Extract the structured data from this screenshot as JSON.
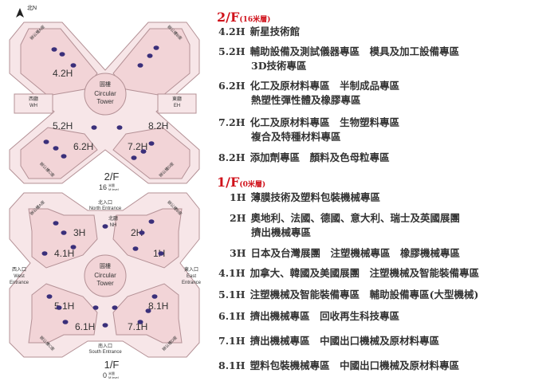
{
  "compass": {
    "label": "北N"
  },
  "upper_map": {
    "center": [
      "圓樓",
      "Circular",
      "Tower"
    ],
    "halls": [
      "4.2H",
      "5.2H",
      "6.2H",
      "8.2H",
      "7.2H"
    ],
    "west": [
      "西廳",
      "WH"
    ],
    "east": [
      "東廳",
      "EH"
    ],
    "office_tags": [
      "辦公樓A座",
      "辦公樓B座",
      "辦公樓C座",
      "辦公樓D座"
    ],
    "floor": "2/F",
    "height": [
      "16",
      "米層",
      "M level"
    ]
  },
  "lower_map": {
    "center": [
      "圓樓",
      "Circular",
      "Tower"
    ],
    "halls": [
      "3H",
      "2H",
      "4.1H",
      "1H",
      "5.1H",
      "8.1H",
      "6.1H",
      "7.1H"
    ],
    "north": [
      "北入口",
      "North Entrance"
    ],
    "nh": [
      "北廳",
      "NH"
    ],
    "west": [
      "西入口",
      "West",
      "Entrance"
    ],
    "east": [
      "東入口",
      "East",
      "Entrance"
    ],
    "south": [
      "南入口",
      "South Entrance"
    ],
    "office_tags": [
      "辦公樓A座",
      "辦公樓B座",
      "辦公樓C座",
      "辦公樓D座"
    ],
    "floor": "1/F",
    "height": [
      "0",
      "米層",
      "M level"
    ]
  },
  "legend": {
    "floor2": {
      "title": "2/F",
      "sub": "(16米層)"
    },
    "floor2_rows": [
      {
        "code": "4.2H",
        "lines": [
          "新星技術館"
        ]
      },
      {
        "code": "5.2H",
        "lines": [
          "輔助設備及測試儀器專區　模具及加工設備專區",
          "3D技術專區"
        ]
      },
      {
        "code": "6.2H",
        "lines": [
          "化工及原材料專區　半制成品專區",
          "熱塑性彈性體及橡膠專區"
        ]
      },
      {
        "code": "7.2H",
        "lines": [
          "化工及原材料專區　生物塑料專區",
          "複合及特種材料專區"
        ]
      },
      {
        "code": "8.2H",
        "lines": [
          "添加劑專區　顏料及色母粒專區"
        ]
      }
    ],
    "floor1": {
      "title": "1/F",
      "sub": "(0米層)"
    },
    "floor1_rows": [
      {
        "code": "1H",
        "lines": [
          "薄膜技術及塑料包裝機械專區"
        ]
      },
      {
        "code": "2H",
        "lines": [
          "奧地利、法國、德國、意大利、瑞士及英國展團",
          "擠出機械專區"
        ]
      },
      {
        "code": "3H",
        "lines": [
          "日本及台灣展團　注塑機械專區　橡膠機械專區"
        ]
      },
      {
        "code": "4.1H",
        "lines": [
          "加拿大、韓國及美國展團　注塑機械及智能裝備專區"
        ]
      },
      {
        "code": "5.1H",
        "lines": [
          "注塑機械及智能裝備專區　輔助設備專區(大型機械)"
        ]
      },
      {
        "code": "6.1H",
        "lines": [
          "擠出機械專區　回收再生科技專區"
        ]
      },
      {
        "code": "7.1H",
        "lines": [
          "擠出機械專區　中國出口機械及原材料專區"
        ]
      },
      {
        "code": "8.1H",
        "lines": [
          "塑料包裝機械專區　中國出口機械及原材料專區"
        ]
      }
    ]
  },
  "colors": {
    "hall_fill": "#f2d4d7",
    "hall_stroke": "#b49196",
    "accent": "#d0121b",
    "dot": "#3a2f7a"
  }
}
